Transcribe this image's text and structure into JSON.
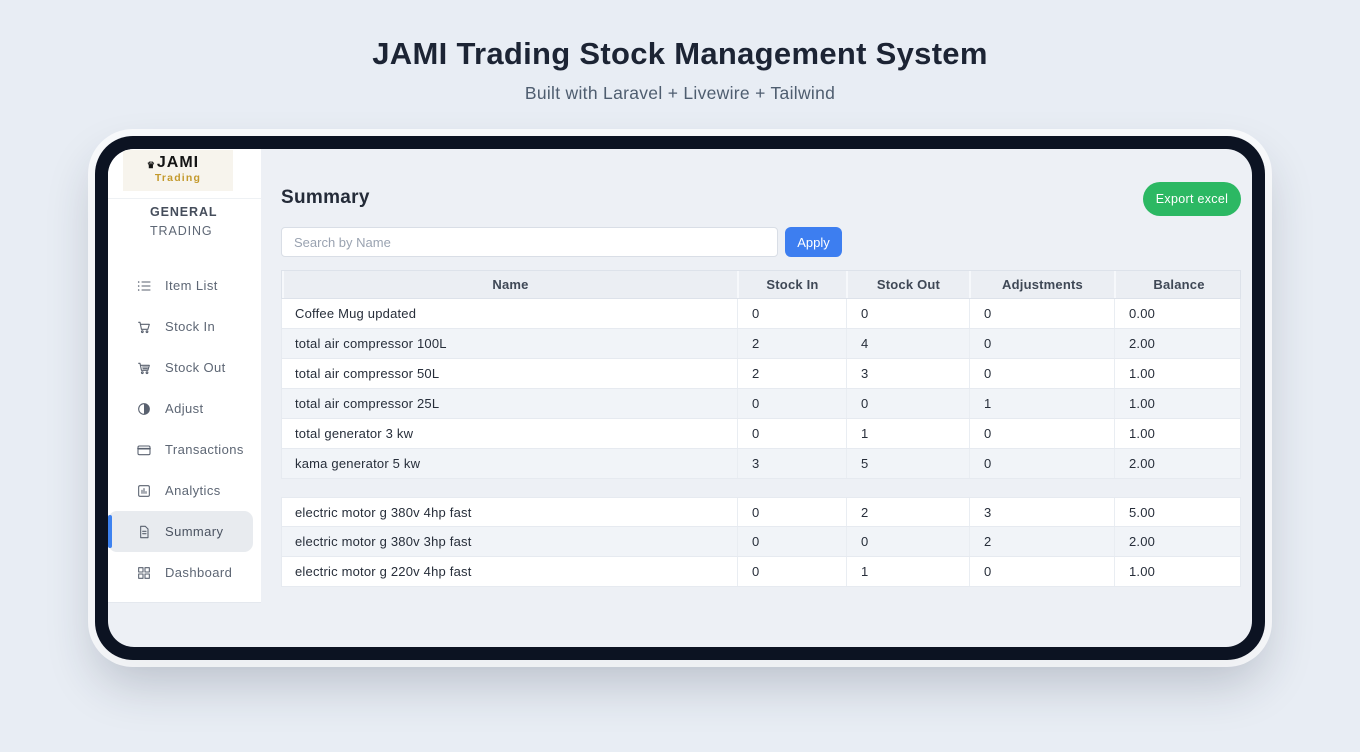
{
  "page": {
    "title": "JAMI Trading Stock Management System",
    "subtitle": "Built with Laravel + Livewire + Tailwind"
  },
  "brand": {
    "logo_main": "JAMI",
    "logo_sub": "Trading",
    "org_line1": "GENERAL",
    "org_line2": "TRADING"
  },
  "sidebar": {
    "items": [
      {
        "label": "Item List",
        "icon": "list-icon",
        "active": false
      },
      {
        "label": "Stock In",
        "icon": "cart-in-icon",
        "active": false
      },
      {
        "label": "Stock Out",
        "icon": "cart-out-icon",
        "active": false
      },
      {
        "label": "Adjust",
        "icon": "contrast-icon",
        "active": false
      },
      {
        "label": "Transactions",
        "icon": "credit-card-icon",
        "active": false
      },
      {
        "label": "Analytics",
        "icon": "analytics-icon",
        "active": false
      },
      {
        "label": "Summary",
        "icon": "document-icon",
        "active": true
      },
      {
        "label": "Dashboard",
        "icon": "grid-icon",
        "active": false
      }
    ]
  },
  "main": {
    "heading": "Summary",
    "export_button_label": "Export excel",
    "search_placeholder": "Search by Name",
    "search_value": "",
    "apply_button_label": "Apply"
  },
  "table": {
    "columns": [
      "Name",
      "Stock In",
      "Stock Out",
      "Adjustments",
      "Balance"
    ],
    "rows": [
      {
        "name": "Coffee Mug updated",
        "in": "0",
        "out": "0",
        "adj": "0",
        "bal": "0.00"
      },
      {
        "name": "total air compressor 100L",
        "in": "2",
        "out": "4",
        "adj": "0",
        "bal": "2.00"
      },
      {
        "name": "total air compressor 50L",
        "in": "2",
        "out": "3",
        "adj": "0",
        "bal": "1.00"
      },
      {
        "name": "total air compressor 25L",
        "in": "0",
        "out": "0",
        "adj": "1",
        "bal": "1.00"
      },
      {
        "name": "total generator 3 kw",
        "in": "0",
        "out": "1",
        "adj": "0",
        "bal": "1.00"
      },
      {
        "name": "kama generator 5 kw",
        "in": "3",
        "out": "5",
        "adj": "0",
        "bal": "2.00"
      },
      {
        "name": "electric motor g 380v 4hp fast",
        "in": "0",
        "out": "2",
        "adj": "3",
        "bal": "5.00",
        "gap_before": true
      },
      {
        "name": "electric motor g 380v 3hp fast",
        "in": "0",
        "out": "0",
        "adj": "2",
        "bal": "2.00"
      },
      {
        "name": "electric motor g 220v 4hp fast",
        "in": "0",
        "out": "1",
        "adj": "0",
        "bal": "1.00"
      }
    ]
  },
  "colors": {
    "accent_blue": "#3d7ef0",
    "accent_green": "#2cb863",
    "brand_gold": "#c49a2d",
    "bezel_dark": "#0c1322",
    "page_bg": "#e8edf4",
    "screen_bg": "#edf0f5"
  }
}
